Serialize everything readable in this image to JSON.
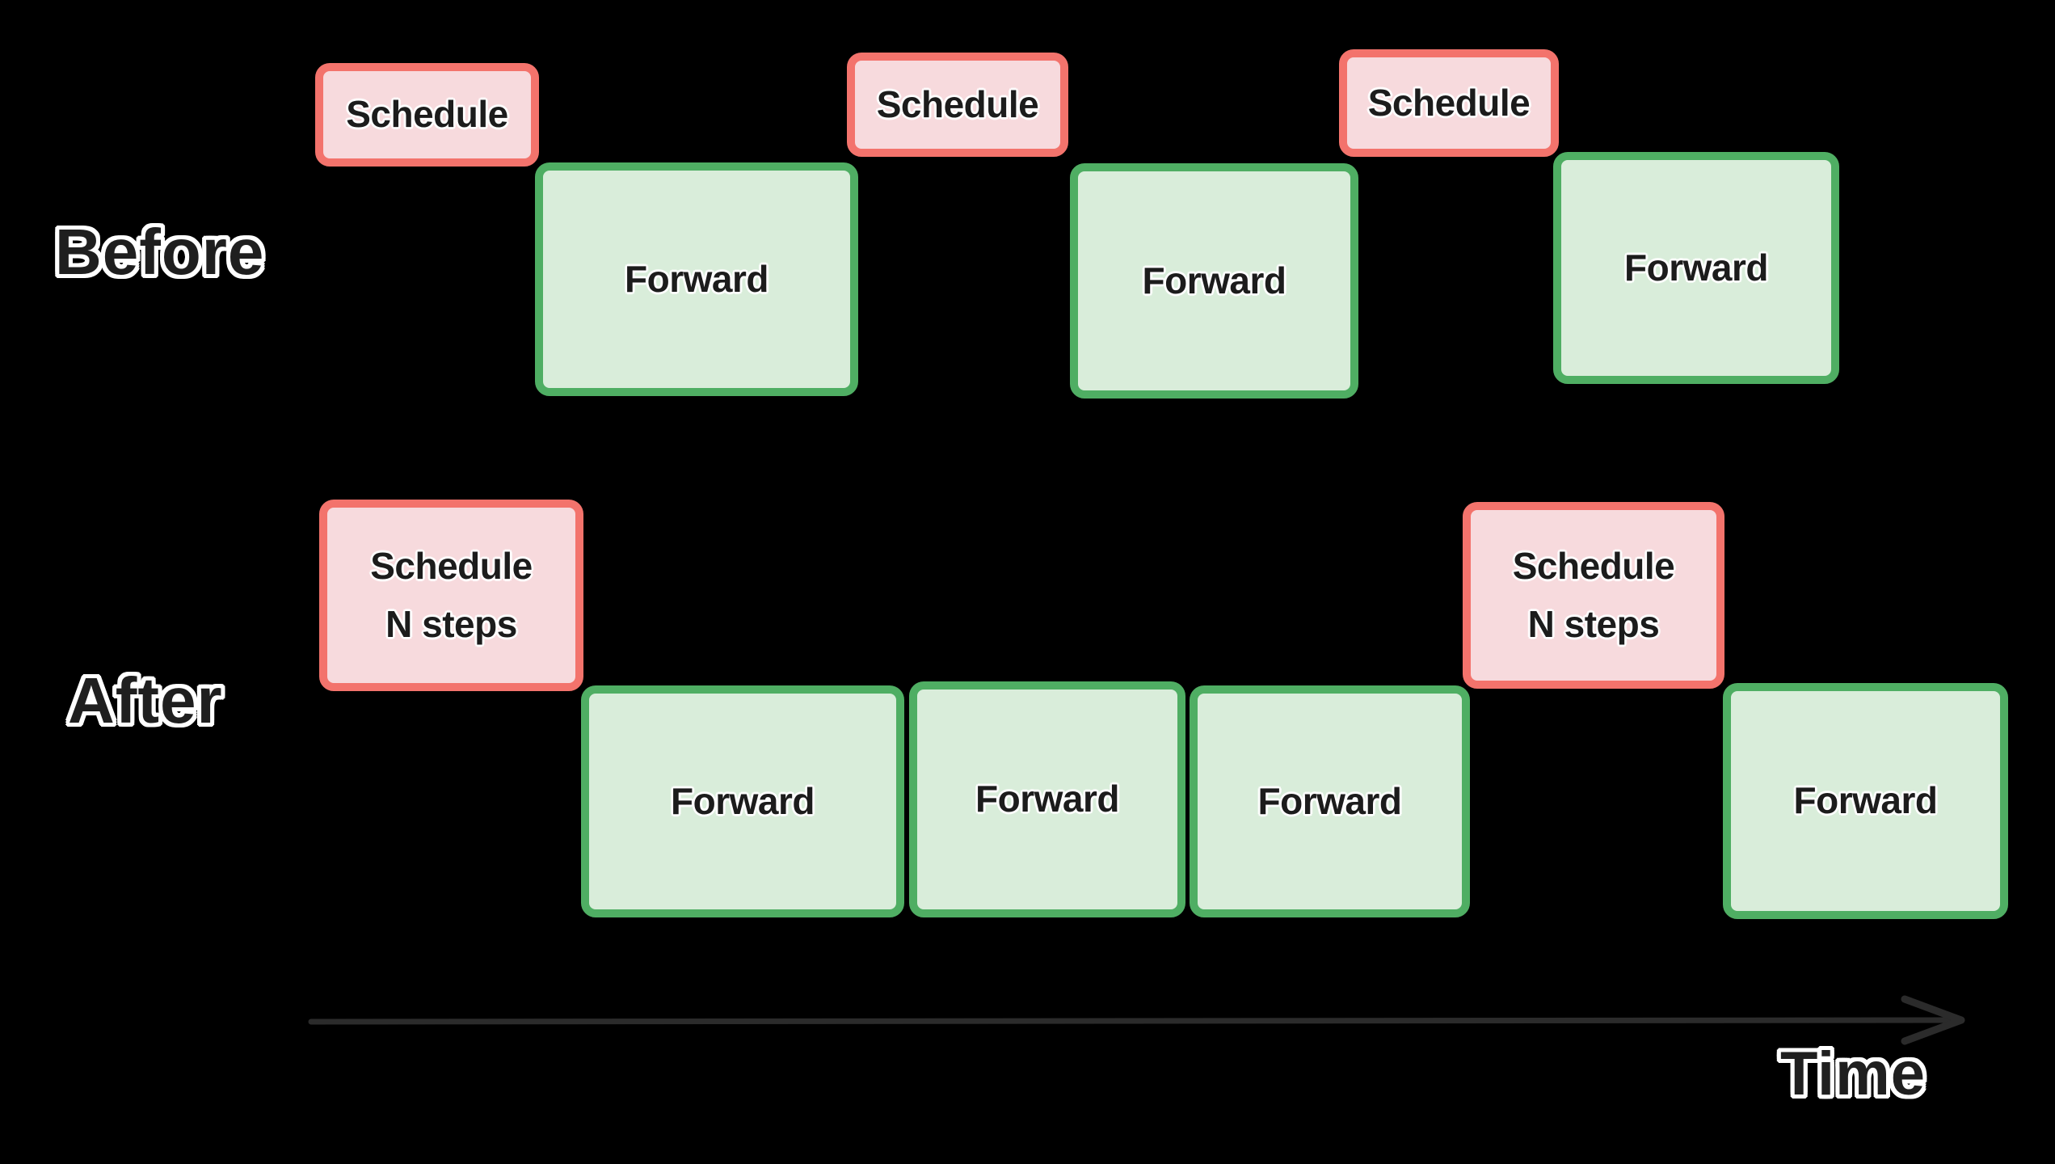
{
  "diagram": {
    "background_color": "#000000",
    "colors": {
      "schedule_fill": "#f7dadd",
      "schedule_border": "#f3736c",
      "forward_fill": "#d9edda",
      "forward_border": "#4fae63",
      "box_text": "#1c1c1c",
      "label_text": "#1f1f1f",
      "label_outline": "#ffffff",
      "arrow": "#2b2b2b"
    },
    "rows": [
      {
        "id": "before",
        "label": "Before",
        "boxes": [
          {
            "type": "schedule",
            "label": "Schedule"
          },
          {
            "type": "forward",
            "label": "Forward"
          },
          {
            "type": "schedule",
            "label": "Schedule"
          },
          {
            "type": "forward",
            "label": "Forward"
          },
          {
            "type": "schedule",
            "label": "Schedule"
          },
          {
            "type": "forward",
            "label": "Forward"
          }
        ]
      },
      {
        "id": "after",
        "label": "After",
        "boxes": [
          {
            "type": "schedule",
            "label": "Schedule",
            "label2": "N steps"
          },
          {
            "type": "forward",
            "label": "Forward"
          },
          {
            "type": "forward",
            "label": "Forward"
          },
          {
            "type": "forward",
            "label": "Forward"
          },
          {
            "type": "schedule",
            "label": "Schedule",
            "label2": "N steps"
          },
          {
            "type": "forward",
            "label": "Forward"
          }
        ]
      }
    ],
    "axis": {
      "label": "Time",
      "icon": "arrow-right",
      "direction": "right"
    }
  }
}
